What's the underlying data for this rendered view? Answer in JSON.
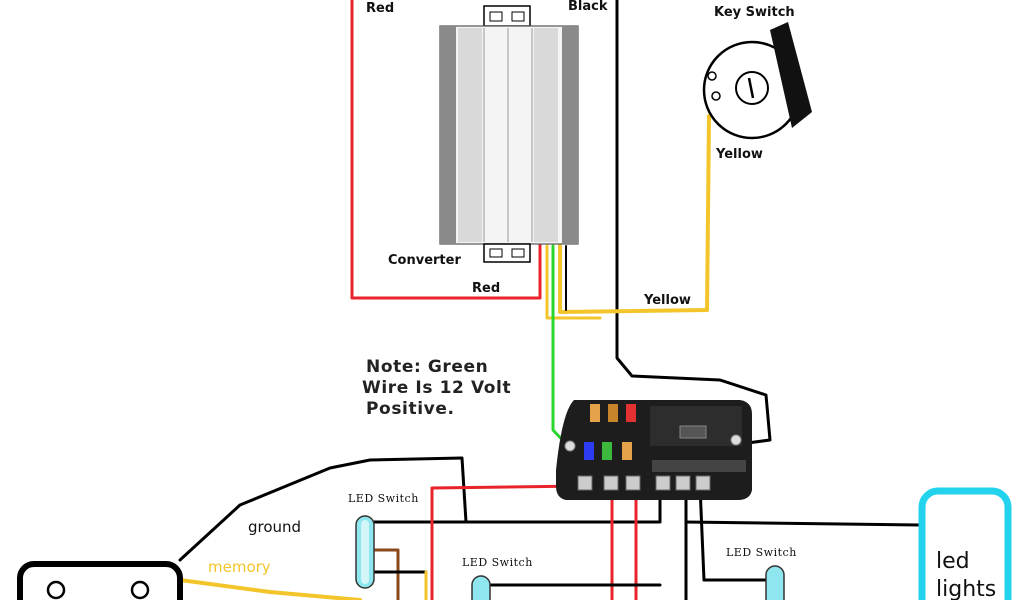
{
  "labels": {
    "red_top": "Red",
    "black_top": "Black",
    "key_switch": "Key Switch",
    "yellow_key": "Yellow",
    "converter": "Converter",
    "red_bottom": "Red",
    "yellow_wire": "Yellow",
    "note_line1": "Note: Green",
    "note_line2": "Wire Is 12 Volt",
    "note_line3": "Positive.",
    "ground": "ground",
    "memory": "memory",
    "led_switch_1": "LED Switch",
    "led_switch_2": "LED Switch",
    "led_switch_3": "LED Switch",
    "led_lights_1": "led",
    "led_lights_2": "lights"
  },
  "colors": {
    "red_wire": "#e8232a",
    "black_wire": "#000000",
    "yellow_wire": "#f3c52b",
    "green_wire": "#2bd62b",
    "brown_wire": "#8b4a1c",
    "cyan_border": "#23d3ee",
    "switch_fill": "#8fe6ee"
  },
  "icons": {
    "converter": "dc-converter-icon",
    "key_switch": "key-switch-icon",
    "fuse_block": "fuse-block-icon",
    "led_switch": "rocker-switch-icon",
    "led_light_box": "led-light-box-icon",
    "battery_plug": "battery-plug-icon"
  }
}
